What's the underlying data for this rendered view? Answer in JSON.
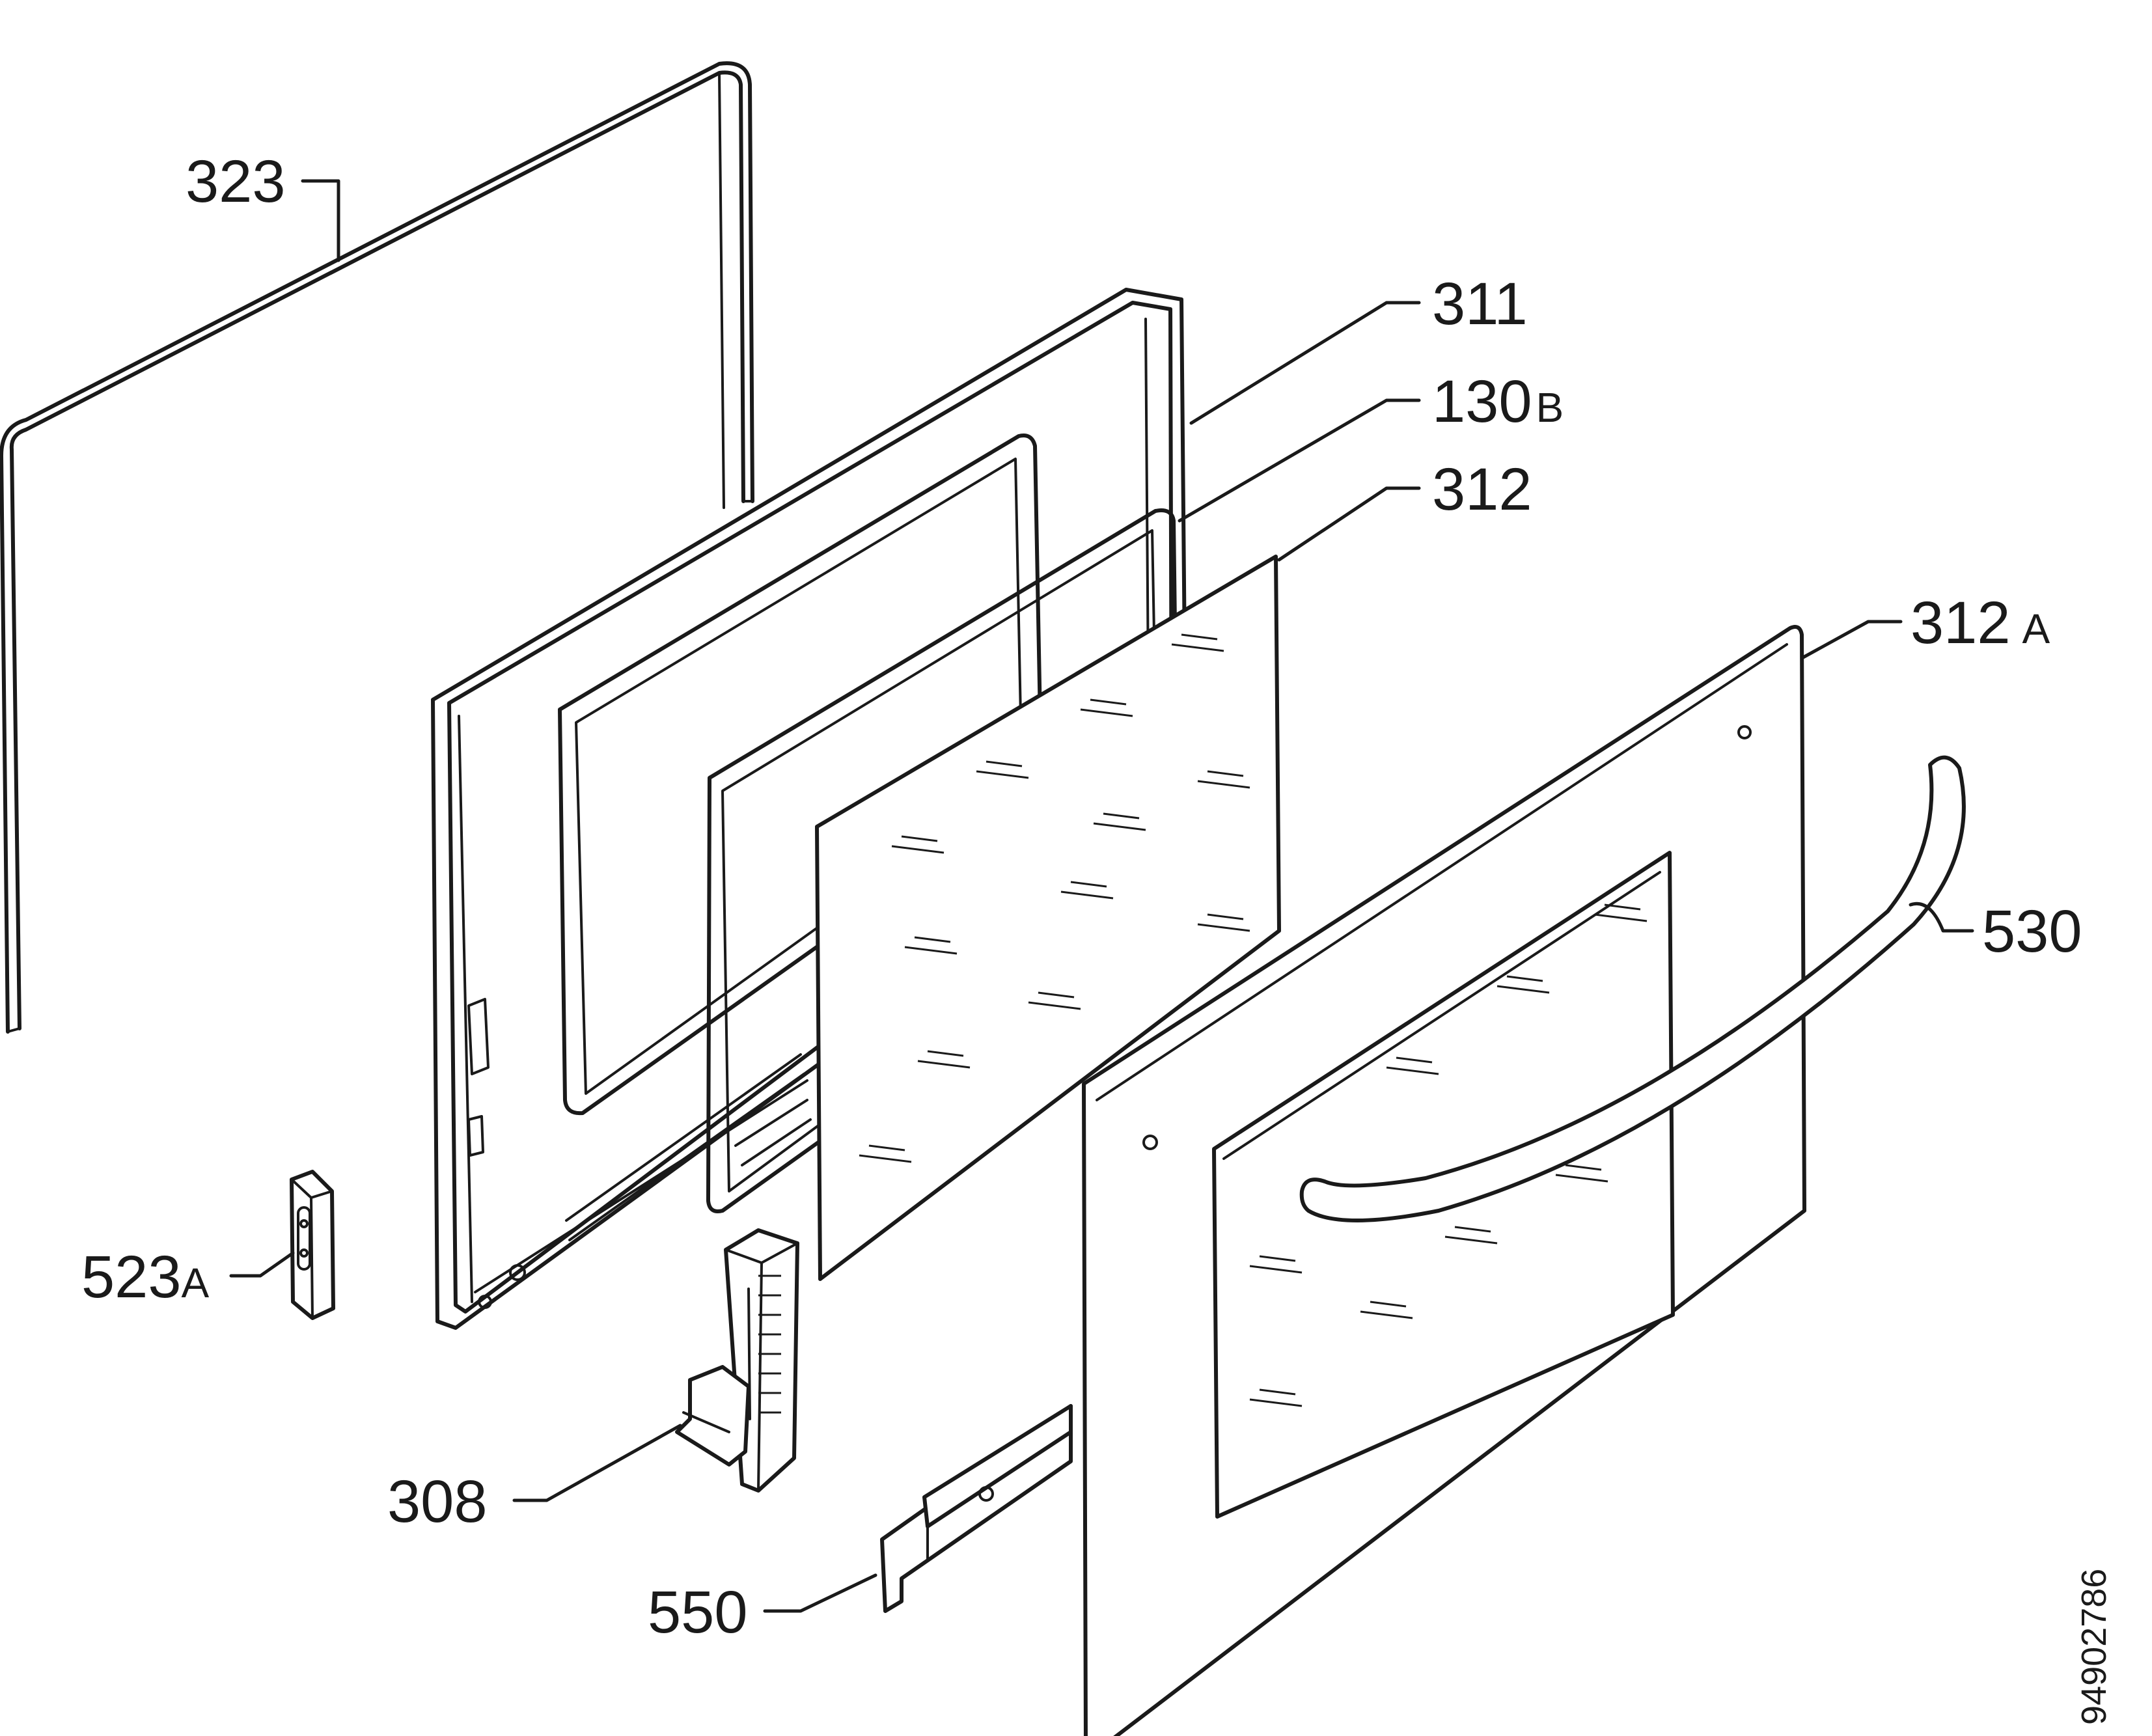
{
  "diagram": {
    "labels": {
      "p323": {
        "num": "323",
        "suffix": ""
      },
      "p311": {
        "num": "311",
        "suffix": ""
      },
      "p130B": {
        "num": "130",
        "suffix": "B"
      },
      "p312": {
        "num": "312",
        "suffix": ""
      },
      "p312A": {
        "num": "312",
        "suffix": "A"
      },
      "p530": {
        "num": "530",
        "suffix": ""
      },
      "p523A": {
        "num": "523",
        "suffix": "A"
      },
      "p308": {
        "num": "308",
        "suffix": ""
      },
      "p550": {
        "num": "550",
        "suffix": ""
      }
    },
    "document_id": "94902786"
  }
}
